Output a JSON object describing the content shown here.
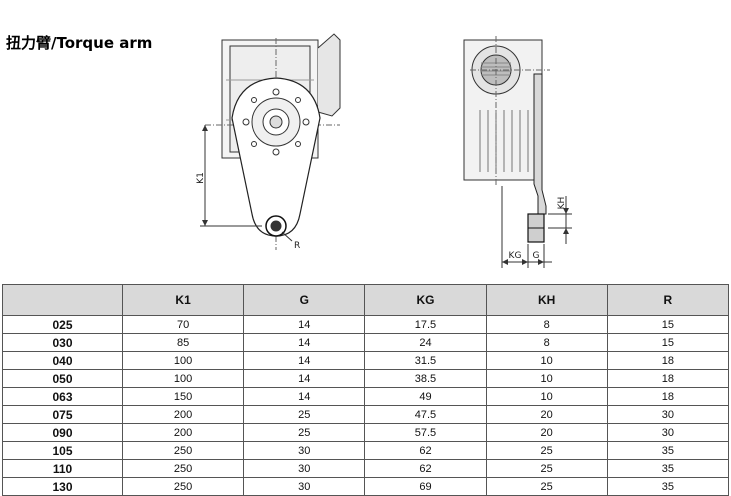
{
  "title": "扭力臂/Torque arm",
  "diagram_labels": {
    "k1": "K1",
    "r": "R",
    "kh": "KH",
    "kg": "KG",
    "g": "G"
  },
  "table": {
    "headers": [
      "",
      "K1",
      "G",
      "KG",
      "KH",
      "R"
    ],
    "rows": [
      [
        "025",
        "70",
        "14",
        "17.5",
        "8",
        "15"
      ],
      [
        "030",
        "85",
        "14",
        "24",
        "8",
        "15"
      ],
      [
        "040",
        "100",
        "14",
        "31.5",
        "10",
        "18"
      ],
      [
        "050",
        "100",
        "14",
        "38.5",
        "10",
        "18"
      ],
      [
        "063",
        "150",
        "14",
        "49",
        "10",
        "18"
      ],
      [
        "075",
        "200",
        "25",
        "47.5",
        "20",
        "30"
      ],
      [
        "090",
        "200",
        "25",
        "57.5",
        "20",
        "30"
      ],
      [
        "105",
        "250",
        "30",
        "62",
        "25",
        "35"
      ],
      [
        "110",
        "250",
        "30",
        "62",
        "25",
        "35"
      ],
      [
        "130",
        "250",
        "30",
        "69",
        "25",
        "35"
      ]
    ]
  }
}
